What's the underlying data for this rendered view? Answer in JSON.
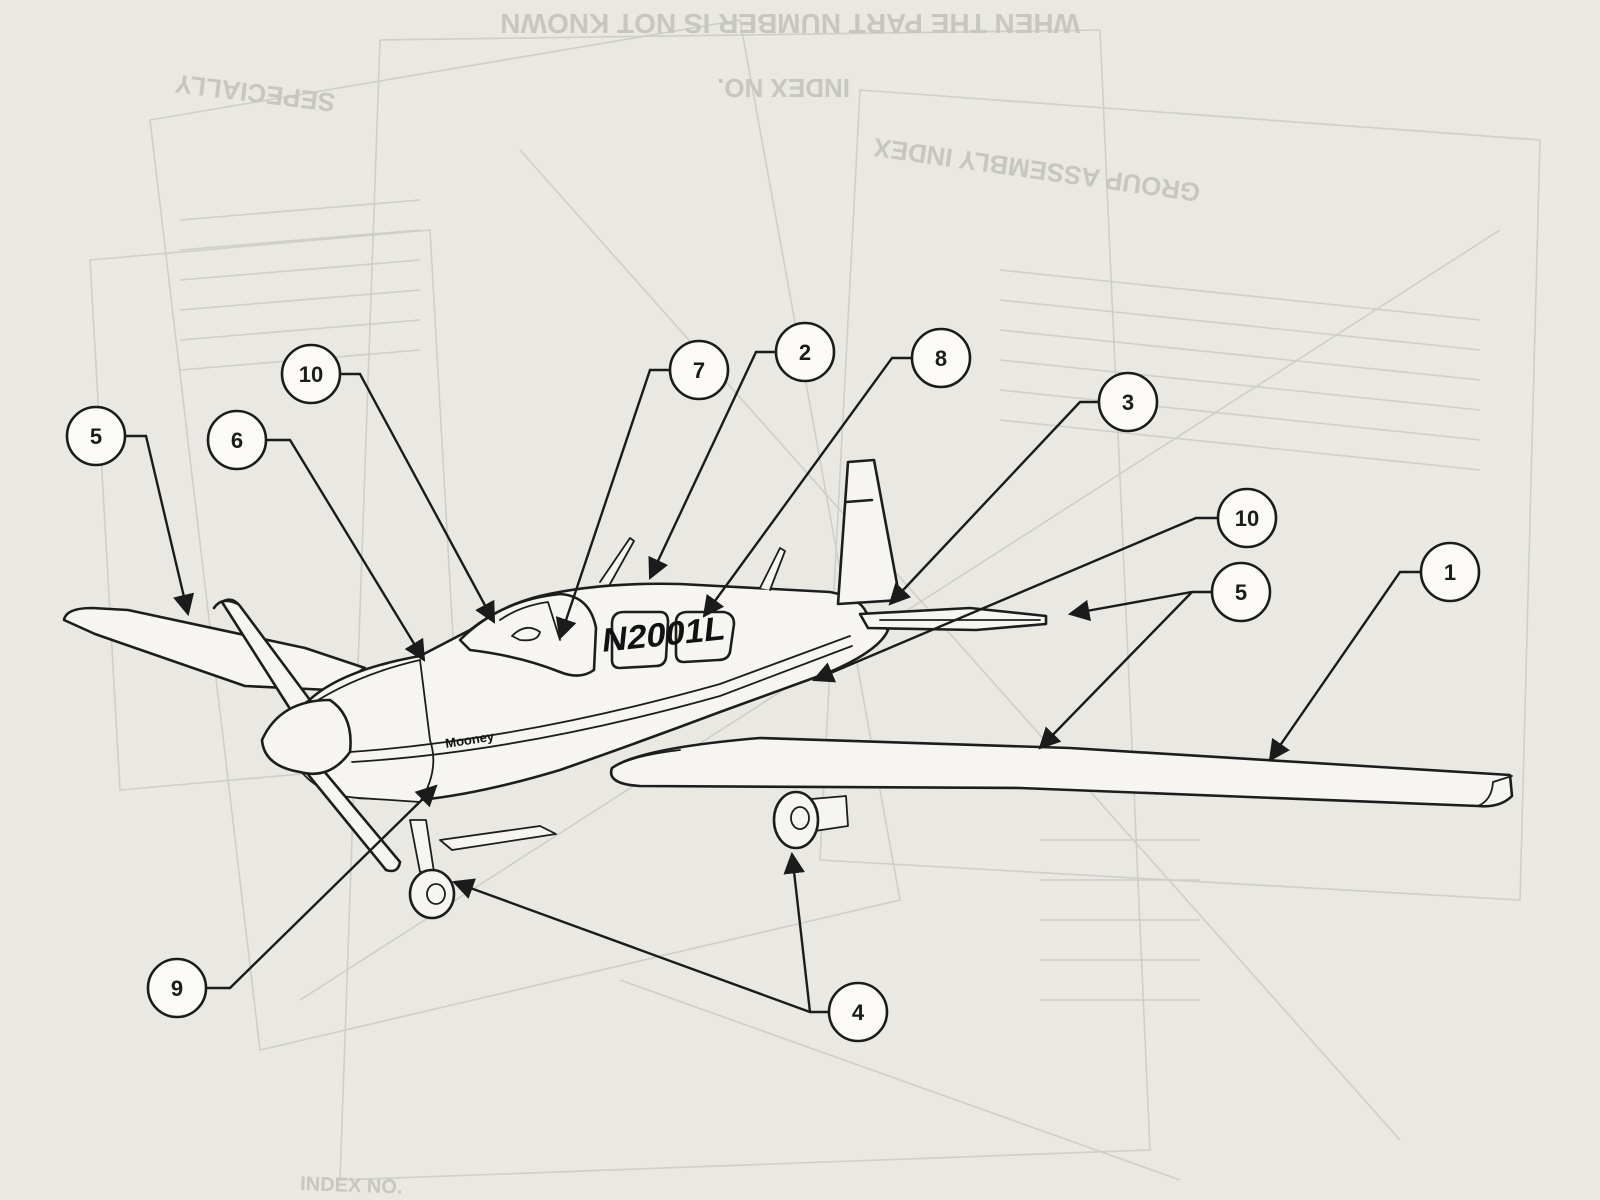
{
  "background": {
    "line_1": "WHEN THE PART NUMBER IS NOT KNOWN",
    "line_2": "INDEX NO.",
    "line_3": "SEPECIALLY",
    "line_4": "GROUP ASSEMBLY INDEX",
    "line_5": "INDEX NO."
  },
  "aircraft": {
    "registration": "N2001L",
    "model_mark": "Mooney"
  },
  "callouts": [
    {
      "id": "callout-1",
      "label": "1"
    },
    {
      "id": "callout-2",
      "label": "2"
    },
    {
      "id": "callout-3",
      "label": "3"
    },
    {
      "id": "callout-4",
      "label": "4"
    },
    {
      "id": "callout-5-left",
      "label": "5"
    },
    {
      "id": "callout-5-right",
      "label": "5"
    },
    {
      "id": "callout-6",
      "label": "6"
    },
    {
      "id": "callout-7",
      "label": "7"
    },
    {
      "id": "callout-8",
      "label": "8"
    },
    {
      "id": "callout-9",
      "label": "9"
    },
    {
      "id": "callout-10-left",
      "label": "10"
    },
    {
      "id": "callout-10-right",
      "label": "10"
    }
  ],
  "colors": {
    "paper": "#e9e8e3",
    "ink": "#1d1d1d",
    "ghost": "#c7c6c1"
  }
}
